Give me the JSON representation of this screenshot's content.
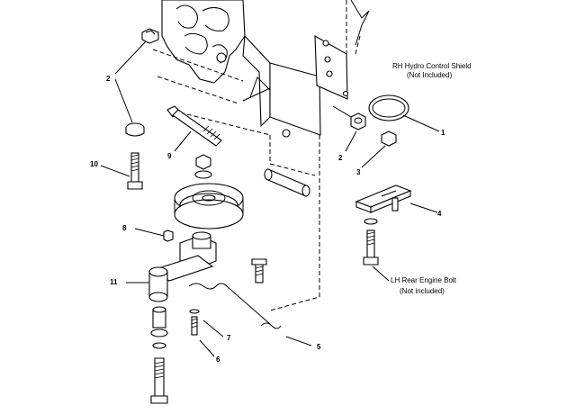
{
  "callouts": {
    "rh_shield": {
      "line1": "RH Hydro Control Shield",
      "line2": "(Not Included)"
    },
    "lh_bolt": {
      "line1": "LH Rear Engine Bolt",
      "line2": "(Not included)"
    }
  },
  "part_numbers": {
    "p1": "1",
    "p2a": "2",
    "p2b": "2",
    "p3": "3",
    "p4": "4",
    "p5": "5",
    "p6": "6",
    "p7": "7",
    "p8": "8",
    "p9": "9",
    "p10": "10",
    "p11": "11"
  }
}
